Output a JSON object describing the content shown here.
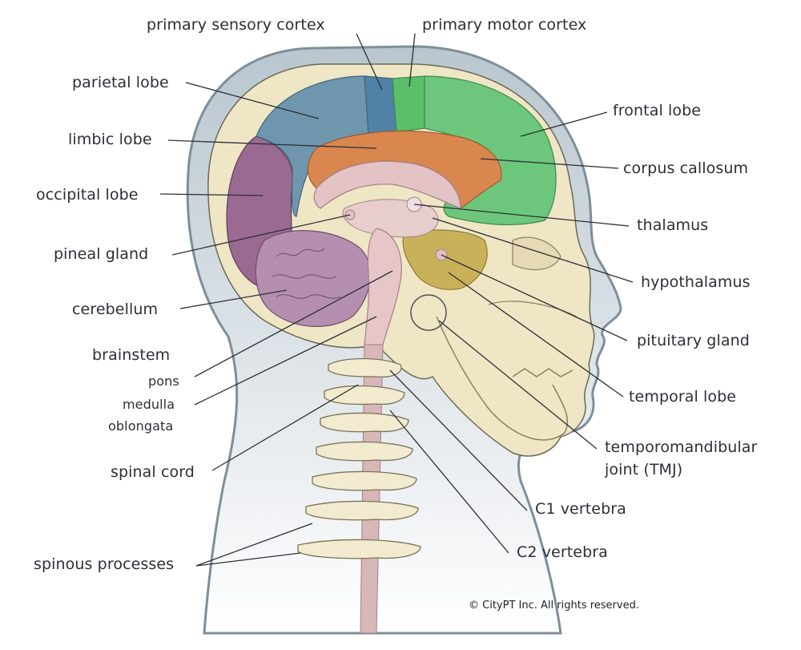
{
  "labels": {
    "primary_sensory_cortex": "primary sensory cortex",
    "primary_motor_cortex": "primary motor cortex",
    "parietal_lobe": "parietal lobe",
    "frontal_lobe": "frontal lobe",
    "limbic_lobe": "limbic lobe",
    "corpus_callosum": "corpus callosum",
    "occipital_lobe": "occipital lobe",
    "thalamus": "thalamus",
    "pineal_gland": "pineal gland",
    "hypothalamus": "hypothalamus",
    "cerebellum": "cerebellum",
    "pituitary_gland": "pituitary gland",
    "brainstem": "brainstem",
    "pons": "pons",
    "medulla_oblongata_1": "medulla",
    "medulla_oblongata_2": "oblongata",
    "temporal_lobe": "temporal lobe",
    "tmj_1": "temporomandibular",
    "tmj_2": "joint (TMJ)",
    "spinal_cord": "spinal cord",
    "c1_vertebra": "C1 vertebra",
    "c2_vertebra": "C2 vertebra",
    "spinous_processes": "spinous processes"
  },
  "copyright": "© CityPT Inc. All rights reserved.",
  "colors": {
    "skin_outline": "#7d8f9b",
    "skin_fill": "#c9d3d9",
    "skull": "#efe6c6",
    "occipital": "#9b6a92",
    "parietal": "#6e97ad",
    "sensory": "#4f82a6",
    "motor": "#5bbf6a",
    "frontal": "#6cc77d",
    "limbic": "#d9874f",
    "corpus": "#e3c3c6",
    "cerebellum": "#b58fb0",
    "temporal": "#c9b15a",
    "brainstem": "#e6c6c7",
    "bone": "#f2ebcf"
  }
}
